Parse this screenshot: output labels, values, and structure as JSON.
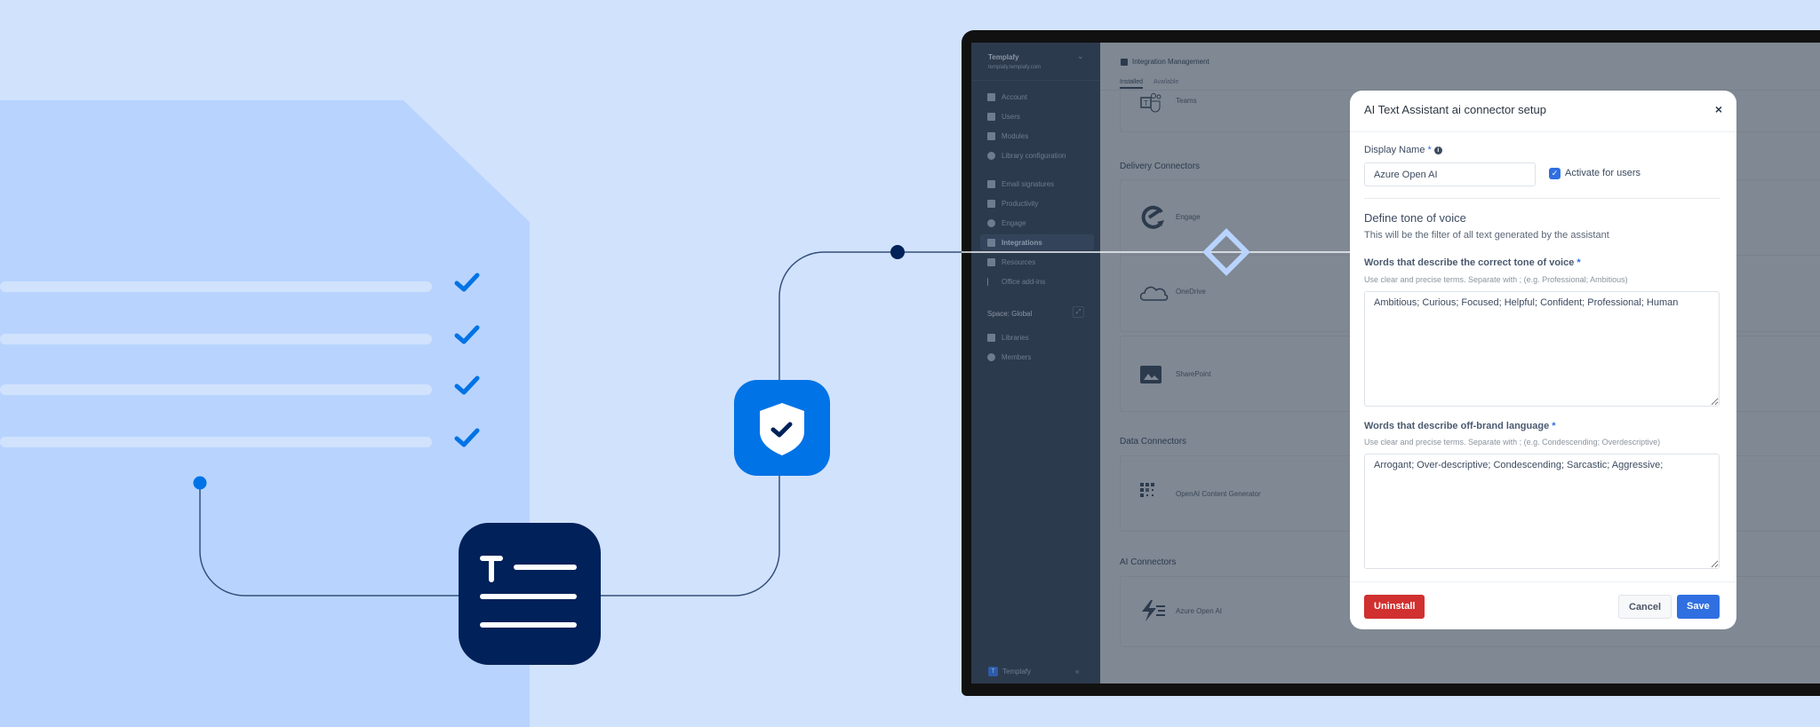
{
  "illustration": {
    "checklist_items": 4,
    "colors": {
      "background": "#d1e2fd",
      "panel": "#b8d4fe",
      "accent": "#0073e6",
      "navy": "#002159"
    },
    "icons": [
      "text-document-icon",
      "shield-check-icon",
      "checkmark-icon"
    ]
  },
  "sidebar": {
    "org_name": "Templafy",
    "org_url": "templafy.templafy.com",
    "items": [
      {
        "label": "Account",
        "icon": "account-icon"
      },
      {
        "label": "Users",
        "icon": "users-icon"
      },
      {
        "label": "Modules",
        "icon": "modules-icon"
      },
      {
        "label": "Library configuration",
        "icon": "gear-icon"
      },
      {
        "label": "Email signatures",
        "icon": "email-signature-icon"
      },
      {
        "label": "Productivity",
        "icon": "productivity-icon"
      },
      {
        "label": "Engage",
        "icon": "engage-icon"
      },
      {
        "label": "Integrations",
        "icon": "integrations-icon",
        "active": true
      },
      {
        "label": "Resources",
        "icon": "resources-icon"
      },
      {
        "label": "Office add-ins",
        "icon": "office-addins-icon"
      }
    ],
    "space_label": "Space: Global",
    "space_items": [
      {
        "label": "Libraries",
        "icon": "libraries-icon"
      },
      {
        "label": "Members",
        "icon": "gear-icon"
      }
    ],
    "footer_label": "Templafy",
    "footer_logo": "T"
  },
  "main": {
    "title": "Integration Management",
    "tabs": [
      {
        "label": "Installed",
        "active": true
      },
      {
        "label": "Available",
        "active": false
      }
    ],
    "sections": [
      {
        "title": "",
        "cards": [
          {
            "name": "Teams",
            "icon": "teams-icon"
          }
        ]
      },
      {
        "title": "Delivery Connectors",
        "cards": [
          {
            "name": "Engage",
            "icon": "engage-icon"
          },
          {
            "name": "OneDrive",
            "icon": "onedrive-icon"
          },
          {
            "name": "SharePoint",
            "icon": "sharepoint-icon"
          }
        ]
      },
      {
        "title": "Data Connectors",
        "cards": [
          {
            "name": "OpenAI Content Generator",
            "icon": "grid-icon"
          }
        ]
      },
      {
        "title": "AI Connectors",
        "cards": [
          {
            "name": "Azure Open AI",
            "icon": "lightning-icon"
          }
        ]
      }
    ]
  },
  "modal": {
    "title": "AI Text Assistant ai connector setup",
    "close_label": "×",
    "display_name_label": "Display Name",
    "required_mark": "*",
    "display_name_value": "Azure Open AI",
    "activate_label": "Activate for users",
    "activate_checked": true,
    "tone_heading": "Define tone of voice",
    "tone_subtitle": "This will be the filter of all text generated by the assistant",
    "correct_label": "Words that describe the correct tone of voice",
    "correct_hint": "Use clear and precise terms. Separate with ; (e.g. Professional; Ambitious)",
    "correct_value": "Ambitious; Curious; Focused; Helpful; Confident; Professional; Human",
    "offbrand_label": "Words that describe off-brand language",
    "offbrand_hint": "Use clear and precise terms. Separate with ; (e.g. Condescending; Overdescriptive)",
    "offbrand_value": "Arrogant; Over-descriptive; Condescending; Sarcastic; Aggressive;",
    "uninstall_label": "Uninstall",
    "cancel_label": "Cancel",
    "save_label": "Save",
    "colors": {
      "primary": "#2f6fe0",
      "danger": "#d0302f"
    }
  }
}
